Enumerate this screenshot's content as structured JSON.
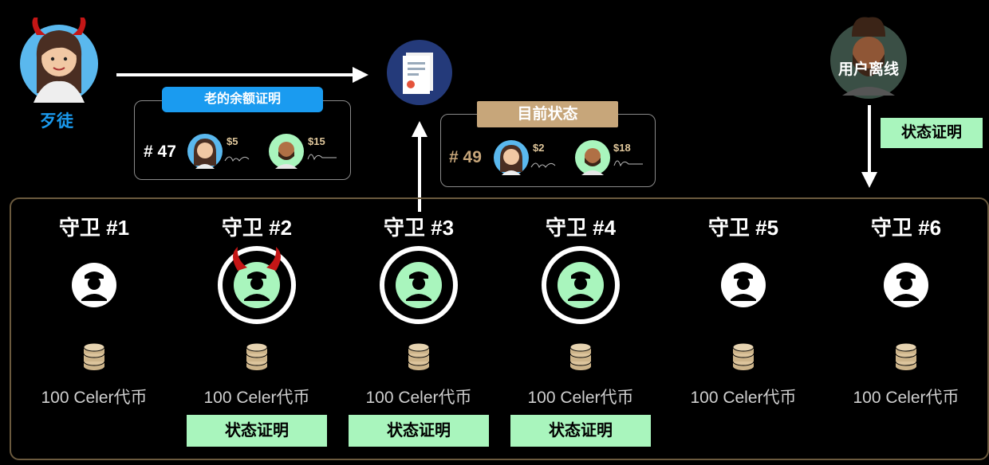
{
  "villain": {
    "label": "歹徒",
    "old_proof": "老的余额证明",
    "seq": "# 47",
    "alice_amount": "$5",
    "bob_amount": "$15"
  },
  "current": {
    "title": "目前状态",
    "seq": "# 49",
    "alice_amount": "$2",
    "bob_amount": "$18"
  },
  "user": {
    "label": "用户离线",
    "proof_label": "状态证明"
  },
  "guards": [
    {
      "title": "守卫 #1",
      "tokens": "100 Celer代币",
      "proof": ""
    },
    {
      "title": "守卫 #2",
      "tokens": "100 Celer代币",
      "proof": "状态证明"
    },
    {
      "title": "守卫 #3",
      "tokens": "100 Celer代币",
      "proof": "状态证明"
    },
    {
      "title": "守卫 #4",
      "tokens": "100 Celer代币",
      "proof": "状态证明"
    },
    {
      "title": "守卫 #5",
      "tokens": "100 Celer代币",
      "proof": ""
    },
    {
      "title": "守卫 #6",
      "tokens": "100 Celer代币",
      "proof": ""
    }
  ],
  "colors": {
    "blue": "#1a9bf0",
    "tan": "#c7a67a",
    "green": "#a9f5bd",
    "coin": "#cdb48a"
  }
}
